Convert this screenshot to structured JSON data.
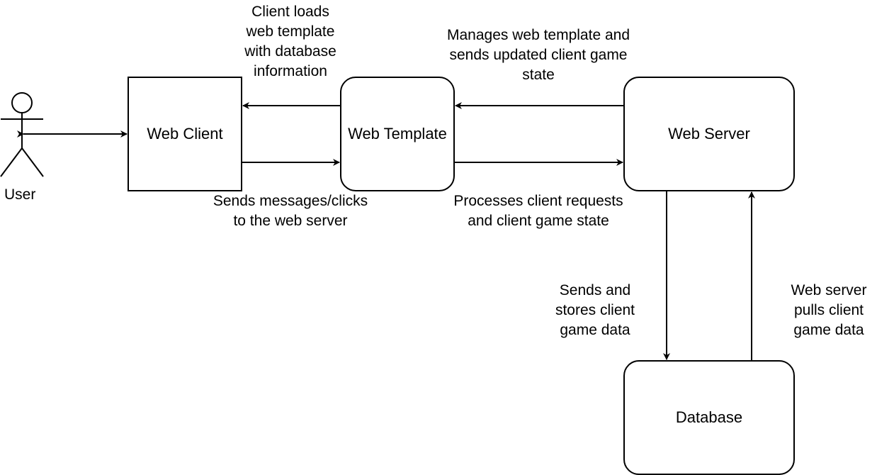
{
  "actor": {
    "label": "User"
  },
  "nodes": {
    "web_client": "Web Client",
    "web_template": "Web Template",
    "web_server": "Web Server",
    "database": "Database"
  },
  "edge_labels": {
    "client_loads": "Client loads\nweb template\nwith database\ninformation",
    "sends_messages": "Sends messages/clicks\nto the web server",
    "manages_template": "Manages web template and\nsends updated client game\nstate",
    "processes_requests": "Processes client requests\nand client game state",
    "sends_stores": "Sends and\nstores client\ngame data",
    "pulls_data": "Web server\npulls client\ngame data"
  }
}
